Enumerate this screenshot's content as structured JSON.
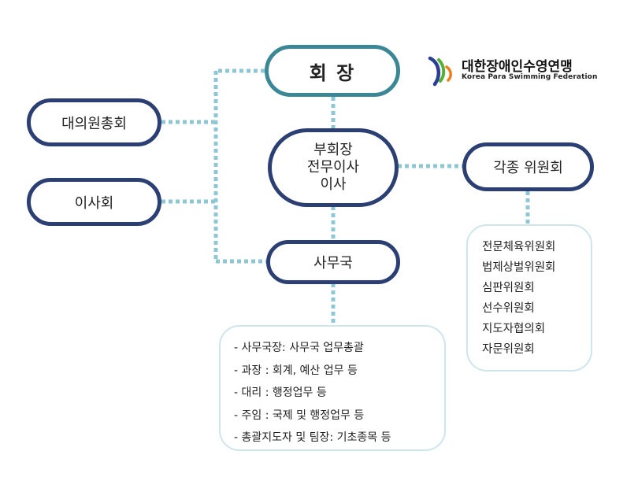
{
  "logo": {
    "title": "대한장애인수영연맹",
    "subtitle": "Korea Para Swimming Federation",
    "colors": {
      "blue": "#2a3f93",
      "green": "#52b135",
      "orange": "#ef7d1d"
    }
  },
  "nodes": {
    "president": "회 장",
    "vice": [
      "부회장",
      "전무이사",
      "이사"
    ],
    "general_assembly": "대의원총회",
    "board": "이사회",
    "committees": "각종 위원회",
    "secretariat": "사무국"
  },
  "committee_list": [
    "전문체육위원회",
    "법제상벌위원회",
    "심판위원회",
    "선수위원회",
    "지도자협의회",
    "자문위원회"
  ],
  "secretariat_list": [
    "- 사무국장: 사무국 업무총괄",
    "- 과장 : 회계, 예산 업무 등",
    "- 대리 : 행정업무 등",
    "- 주임 : 국제 및 행정업무 등",
    "- 총괄지도자 및 팀장: 기초종목 등"
  ],
  "colors": {
    "navy": "#2b3f73",
    "teal": "#3b8795",
    "connector": "#8ec6d3",
    "light_border": "#cfe5ec"
  }
}
